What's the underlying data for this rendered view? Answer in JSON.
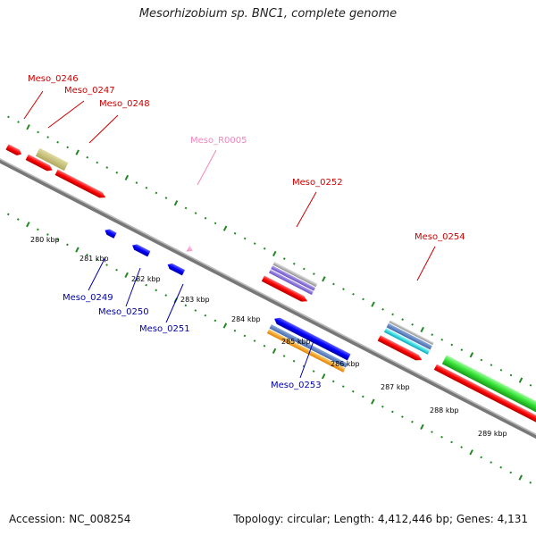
{
  "title": "Mesorhizobium sp. BNC1, complete genome",
  "footer": {
    "accession": "Accession: NC_008254",
    "summary": "Topology: circular; Length: 4,412,446 bp; Genes: 4,131"
  },
  "colors": {
    "forward_label": "#cc0000",
    "reverse_label": "#0000aa",
    "rna_label": "#ee88bb",
    "backbone": "#777777",
    "ticks": "#228822"
  },
  "tick_labels": [
    "280 kbp",
    "281 kbp",
    "282 kbp",
    "283 kbp",
    "284 kbp",
    "285 kbp",
    "286 kbp",
    "287 kbp",
    "288 kbp",
    "289 kbp"
  ],
  "gene_labels": [
    "Meso_0246",
    "Meso_0247",
    "Meso_0248",
    "Meso_R0005",
    "Meso_0252",
    "Meso_0254",
    "Meso_0249",
    "Meso_0250",
    "Meso_0251",
    "Meso_0253"
  ]
}
